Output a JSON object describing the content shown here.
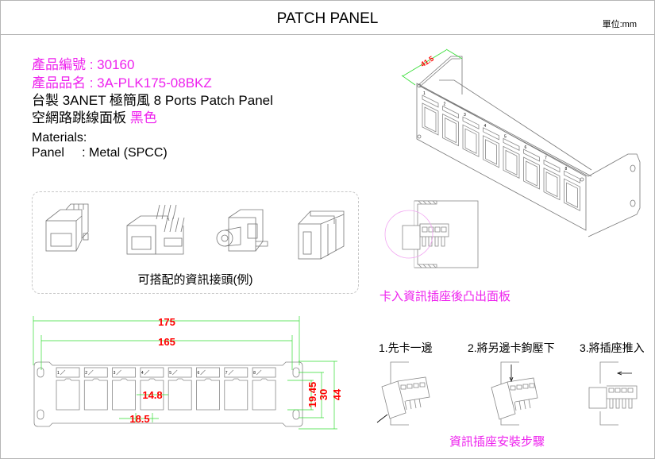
{
  "header": {
    "title": "PATCH PANEL",
    "unit": "單位:mm"
  },
  "spec": {
    "product_code": "產品編號 : 30160",
    "product_name": "產品品名 : 3A-PLK175-08BKZ",
    "description_line1": "台製 3ANET 極簡風 8 Ports Patch Panel",
    "description_line2": "空網路跳線面板",
    "color": "黑色",
    "materials_label": "Materials:",
    "panel_label": "Panel     : Metal (SPCC)"
  },
  "compatible_jacks": {
    "caption": "可搭配的資訊接頭(例)",
    "items": [
      "rj45-keystone-jack",
      "rj45-punchdown-jack",
      "coax-f-keystone-jack",
      "usb-keystone-jack"
    ]
  },
  "iso_view": {
    "depth_dim": "41.5",
    "port_numbers": [
      "1",
      "2",
      "3",
      "4",
      "5",
      "6",
      "7",
      "8"
    ]
  },
  "section_view": {
    "caption": "卡入資訊插座後凸出面板"
  },
  "front_view": {
    "dims": {
      "overall_width": "175",
      "hole_spacing": "165",
      "port_pitch": "18.5",
      "port_width": "14.8",
      "port_height": "19.45",
      "inner_height": "30",
      "overall_height": "44"
    },
    "port_numbers": [
      "1",
      "2",
      "3",
      "4",
      "5",
      "6",
      "7",
      "8"
    ]
  },
  "install_steps": {
    "steps": [
      "1.先卡一邊",
      "2.將另邊卡鉤壓下",
      "3.將插座推入"
    ],
    "caption": "資訊插座安裝步驟"
  },
  "colors": {
    "accent": "#ee22ee",
    "dimension_text": "#ff0000",
    "dimension_line": "#33dd33",
    "outline": "#8a8a8a"
  }
}
